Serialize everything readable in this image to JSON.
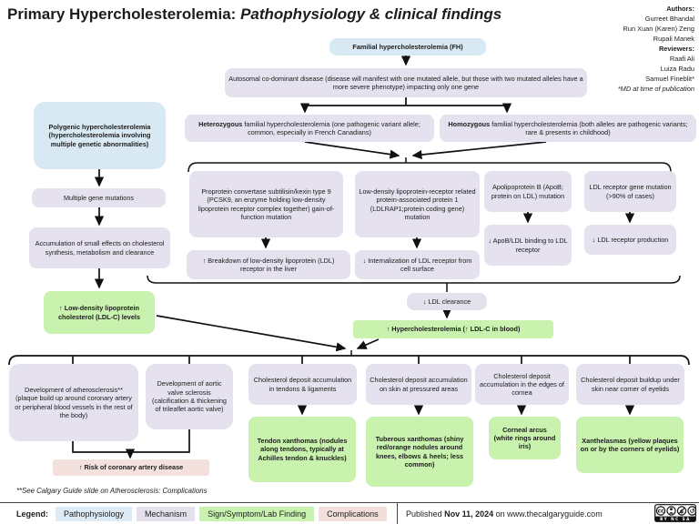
{
  "title": {
    "main": "Primary Hypercholesterolemia:",
    "subtitle": "Pathophysiology & clinical findings"
  },
  "credits": {
    "authors_label": "Authors:",
    "authors": [
      "Gurreet Bhandal",
      "Run Xuan (Karen) Zeng",
      "Rupali Manek"
    ],
    "reviewers_label": "Reviewers:",
    "reviewers": [
      "Raafi Ali",
      "Luiza Radu",
      "Samuel Fineblit*"
    ],
    "note": "*MD at time of publication"
  },
  "nodes": {
    "fh": "Familial hypercholesterolemia (FH)",
    "autosomal": "Autosomal co-dominant disease (disease will manifest with one mutated allele, but those with two mutated alleles have a more severe phenotype) impacting only one gene",
    "polygenic": "Polygenic hypercholesterolemia (hypercholesterolemia involving multiple genetic abnormalities)",
    "heterozygous_lead": "Heterozygous",
    "heterozygous_rest": " familial hypercholesterolemia (one pathogenic variant allele; common, especially in French Canadians)",
    "homozygous_lead": "Homozygous",
    "homozygous_rest": " familial hypercholesterolemia (both alleles are pathogenic variants; rare & presents in childhood)",
    "multiple_gene": "Multiple gene mutations",
    "accumulation": "Accumulation of small effects on cholesterol synthesis, metabolism and clearance",
    "ldl_c_levels": "↑ Low-density lipoprotein cholesterol (LDL-C) levels",
    "pcsk9": "Proprotein convertase subtilisin/kexin type 9 (PCSK9, an enzyme holding low-density lipoprotein receptor complex together) gain-of-function mutation",
    "pcsk9_effect": "↑ Breakdown of low-density lipoprotein (LDL) receptor in the liver",
    "ldlrap1": "Low-density lipoprotein-receptor related protein-associated protein 1 (LDLRAP1;protein coding gene) mutation",
    "ldlrap1_effect": "↓ Internalization of LDL receptor from cell surface",
    "apob": "Apolipoprotein B (ApoB; protein on LDL) mutation",
    "apob_effect": "↓ ApoB/LDL binding to LDL receptor",
    "ldlr_gene": "LDL receptor gene mutation (>90% of cases)",
    "ldlr_effect": "↓ LDL receptor production",
    "ldl_clearance": "↓ LDL clearance",
    "hypercholesterolemia": "↑ Hypercholesterolemia (↑ LDL-C in blood)",
    "atherosclerosis": "Development of atherosclerosis** (plaque build up around coronary artery or peripheral blood vessels in the rest of the body)",
    "aortic_valve": "Development of aortic valve sclerosis (calcification & thickening of trileaflet aortic valve)",
    "cad_risk": "↑ Risk of coronary artery disease",
    "chol_tendons": "Cholesterol deposit accumulation in tendons & ligaments",
    "tendon_xanthomas": "Tendon xanthomas (nodules along tendons, typically at Achilles tendon & knuckles)",
    "chol_skin": "Cholesterol deposit accumulation on skin at pressured areas",
    "tuberous_xanthomas": "Tuberous xanthomas (shiny red/orange nodules around knees, elbows & heels; less common)",
    "chol_cornea": "Cholesterol deposit accumulation in the edges of cornea",
    "corneal_arcus": "Corneal arcus (white rings around iris)",
    "chol_eyelids": "Cholesterol deposit buildup under skin near corner of eyelids",
    "xanthelasmas": "Xanthelasmas (yellow plaques on or by the corners of eyelids)"
  },
  "footnote": "**See Calgary Guide slide on Atherosclerosis: Complications",
  "legend": {
    "label": "Legend:",
    "items": [
      {
        "label": "Pathophysiology",
        "color": "#dcebf5"
      },
      {
        "label": "Mechanism",
        "color": "#e5e0ee"
      },
      {
        "label": "Sign/Symptom/Lab Finding",
        "color": "#c9f2b0"
      },
      {
        "label": "Complications",
        "color": "#f2dfdb"
      }
    ],
    "published_prefix": "Published ",
    "published_date": "Nov 11, 2024",
    "published_suffix": " on www.thecalgaryguide.com"
  },
  "colors": {
    "pathophysiology": "#d9e9f3",
    "mechanism": "#e5e1ee",
    "finding": "#c8f2ae",
    "complication": "#f3e1dd",
    "line": "#1a1a1a"
  },
  "icons": {
    "license": "cc-by-nc-sa-icon"
  }
}
